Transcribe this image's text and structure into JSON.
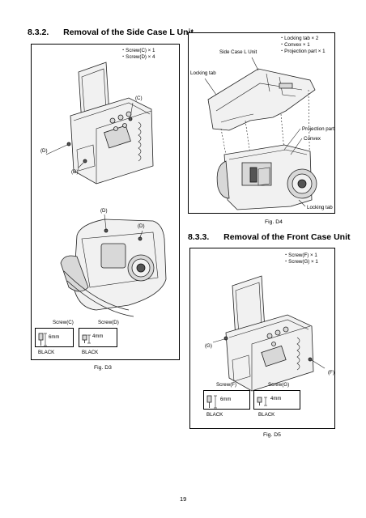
{
  "sections": {
    "side_case": {
      "number": "8.3.2.",
      "title": "Removal of the Side Case L Unit"
    },
    "front_case": {
      "number": "8.3.3.",
      "title": "Removal of the Front Case Unit"
    }
  },
  "fig_d3": {
    "caption": "Fig. D3",
    "notes": [
      "・Screw(C) × 1",
      "・Screw(D) × 4"
    ],
    "labels": {
      "c": "(C)",
      "d1": "(D)",
      "d2": "(D)",
      "d3": "(D)",
      "d4": "(D)"
    },
    "screws": [
      {
        "name": "Screw(C)",
        "length": "6mm",
        "color": "BLACK"
      },
      {
        "name": "Screw(D)",
        "length": "4mm",
        "color": "BLACK"
      }
    ]
  },
  "fig_d4": {
    "caption": "Fig. D4",
    "notes": [
      "・Locking tab × 2",
      "・Convex × 1",
      "・Projection part × 1"
    ],
    "labels": {
      "unit": "Side Case L Unit",
      "locking_tab_top": "Locking tab",
      "projection": "Projection part",
      "convex": "Convex",
      "locking_tab_bottom": "Locking tab"
    }
  },
  "fig_d5": {
    "caption": "Fig. D5",
    "notes": [
      "・Screw(F) × 1",
      "・Screw(G) × 1"
    ],
    "labels": {
      "g": "(G)",
      "f": "(F)"
    },
    "screws": [
      {
        "name": "Screw(F)",
        "length": "6mm",
        "color": "BLACK"
      },
      {
        "name": "Screw(G)",
        "length": "4mm",
        "color": "BLACK"
      }
    ]
  },
  "page_number": "19"
}
